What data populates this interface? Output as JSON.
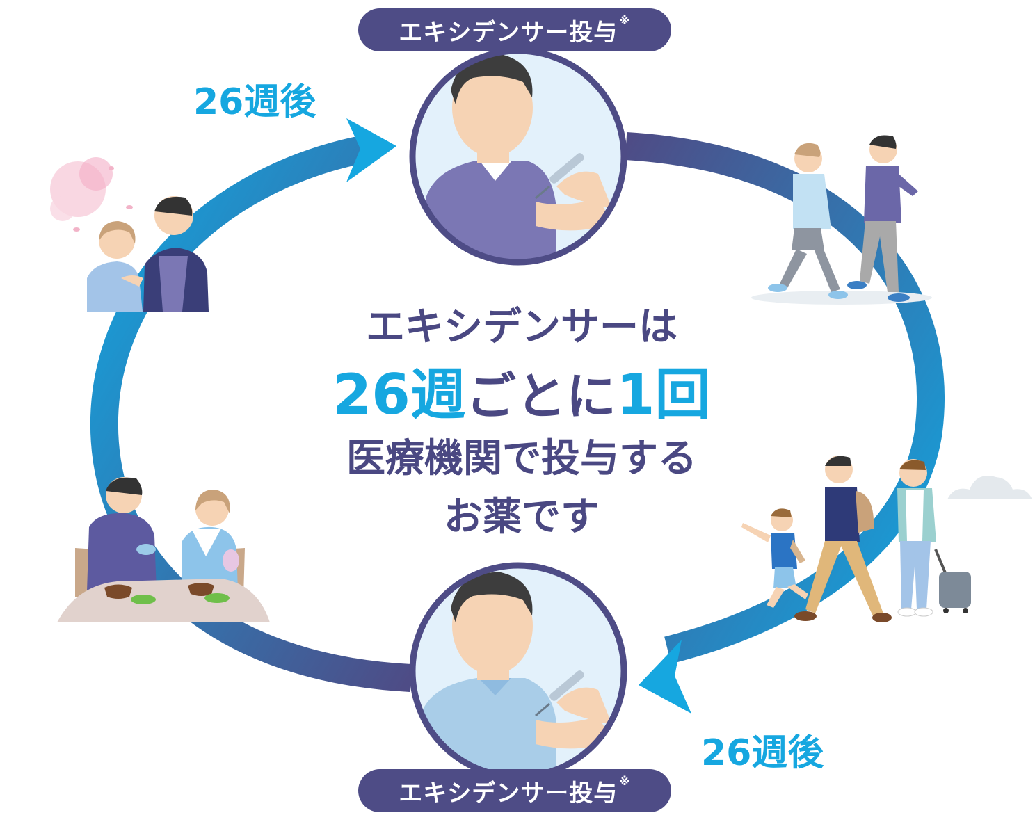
{
  "top_label": {
    "text": "エキシデンサー投与",
    "mark": "※"
  },
  "bottom_label": {
    "text": "エキシデンサー投与",
    "mark": "※"
  },
  "interval_left": "26週後",
  "interval_right": "26週後",
  "center": {
    "line1": "エキシデンサーは",
    "line2_accent_a": "26週",
    "line2_mid": "ごとに",
    "line2_accent_b": "1回",
    "line3": "医療機関で投与する",
    "line4": "お薬です"
  },
  "colors": {
    "accent_blue": "#16a7e0",
    "navy": "#4e4c86",
    "text_navy": "#4a4882",
    "circle_bg": "#e3f1fb"
  },
  "icons": [
    "injection-scene-icon",
    "walking-couple-icon",
    "family-travel-icon",
    "dining-couple-icon",
    "cherry-blossom-couple-icon",
    "cloud-icon"
  ]
}
